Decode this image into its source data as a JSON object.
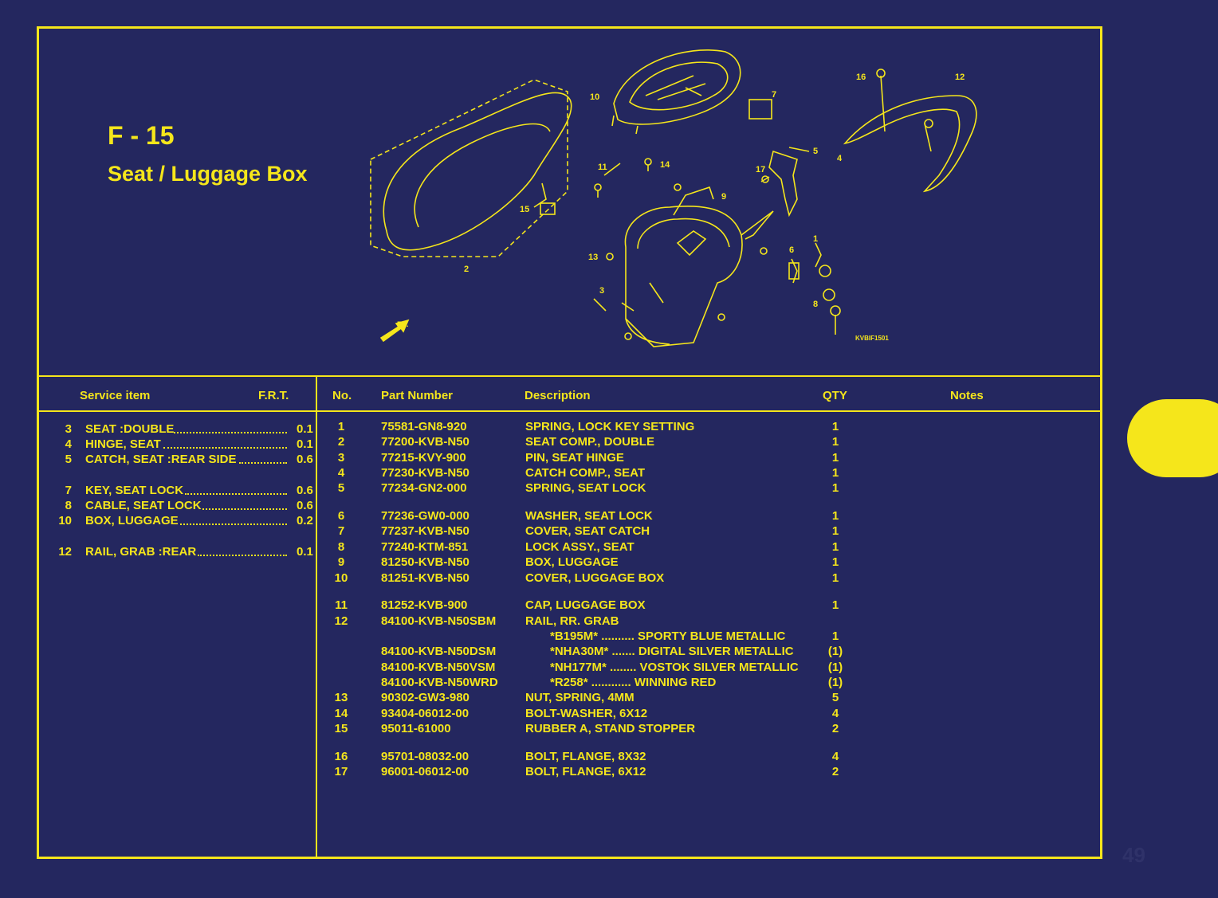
{
  "figure": {
    "number": "F - 15",
    "title": "Seat / Luggage Box",
    "diagram_code": "KVBIF1501",
    "front_label": "FR."
  },
  "callouts": [
    "1",
    "2",
    "3",
    "4",
    "5",
    "6",
    "7",
    "8",
    "9",
    "10",
    "11",
    "12",
    "13",
    "14",
    "15",
    "16",
    "17"
  ],
  "service_table": {
    "headers": {
      "item": "Service item",
      "frt": "F.R.T."
    },
    "rows": [
      {
        "no": "3",
        "name": "SEAT :DOUBLE",
        "frt": "0.1"
      },
      {
        "no": "4",
        "name": "HINGE, SEAT",
        "frt": "0.1"
      },
      {
        "no": "5",
        "name": "CATCH, SEAT :REAR SIDE",
        "frt": "0.6"
      },
      {
        "no": "7",
        "name": "KEY, SEAT LOCK",
        "frt": "0.6"
      },
      {
        "no": "8",
        "name": "CABLE, SEAT LOCK",
        "frt": "0.6"
      },
      {
        "no": "10",
        "name": "BOX, LUGGAGE",
        "frt": "0.2"
      },
      {
        "no": "12",
        "name": "RAIL, GRAB :REAR",
        "frt": "0.1"
      }
    ]
  },
  "parts_table": {
    "headers": {
      "no": "No.",
      "part_number": "Part Number",
      "description": "Description",
      "qty": "QTY",
      "notes": "Notes"
    },
    "rows": [
      {
        "no": "1",
        "part_number": "75581-GN8-920",
        "description": "SPRING, LOCK KEY SETTING",
        "qty": "1"
      },
      {
        "no": "2",
        "part_number": "77200-KVB-N50",
        "description": "SEAT COMP., DOUBLE",
        "qty": "1"
      },
      {
        "no": "3",
        "part_number": "77215-KVY-900",
        "description": "PIN, SEAT HINGE",
        "qty": "1"
      },
      {
        "no": "4",
        "part_number": "77230-KVB-N50",
        "description": "CATCH COMP., SEAT",
        "qty": "1"
      },
      {
        "no": "5",
        "part_number": "77234-GN2-000",
        "description": "SPRING, SEAT LOCK",
        "qty": "1"
      },
      {
        "no": "6",
        "part_number": "77236-GW0-000",
        "description": "WASHER, SEAT LOCK",
        "qty": "1"
      },
      {
        "no": "7",
        "part_number": "77237-KVB-N50",
        "description": "COVER, SEAT CATCH",
        "qty": "1"
      },
      {
        "no": "8",
        "part_number": "77240-KTM-851",
        "description": "LOCK ASSY., SEAT",
        "qty": "1"
      },
      {
        "no": "9",
        "part_number": "81250-KVB-N50",
        "description": "BOX, LUGGAGE",
        "qty": "1"
      },
      {
        "no": "10",
        "part_number": "81251-KVB-N50",
        "description": "COVER, LUGGAGE BOX",
        "qty": "1"
      },
      {
        "no": "11",
        "part_number": "81252-KVB-900",
        "description": "CAP, LUGGAGE BOX",
        "qty": "1"
      },
      {
        "no": "12",
        "part_number": "84100-KVB-N50SBM",
        "description": "RAIL, RR. GRAB",
        "qty": ""
      },
      {
        "no": "",
        "part_number": "",
        "description": "*B195M* .......... SPORTY BLUE METALLIC",
        "qty": "1"
      },
      {
        "no": "",
        "part_number": "84100-KVB-N50DSM",
        "description": "*NHA30M* ....... DIGITAL SILVER METALLIC",
        "qty": "(1)"
      },
      {
        "no": "",
        "part_number": "84100-KVB-N50VSM",
        "description": "*NH177M* ........ VOSTOK SILVER METALLIC",
        "qty": "(1)"
      },
      {
        "no": "",
        "part_number": "84100-KVB-N50WRD",
        "description": "*R258* ............ WINNING RED",
        "qty": "(1)"
      },
      {
        "no": "13",
        "part_number": "90302-GW3-980",
        "description": "NUT, SPRING, 4MM",
        "qty": "5"
      },
      {
        "no": "14",
        "part_number": "93404-06012-00",
        "description": "BOLT-WASHER, 6X12",
        "qty": "4"
      },
      {
        "no": "15",
        "part_number": "95011-61000",
        "description": "RUBBER A, STAND STOPPER",
        "qty": "2"
      },
      {
        "no": "16",
        "part_number": "95701-08032-00",
        "description": "BOLT, FLANGE, 8X32",
        "qty": "4"
      },
      {
        "no": "17",
        "part_number": "96001-06012-00",
        "description": "BOLT, FLANGE, 6X12",
        "qty": "2"
      }
    ]
  },
  "page_number": "49",
  "colors": {
    "background": "#24275f",
    "accent": "#f5e61b"
  }
}
